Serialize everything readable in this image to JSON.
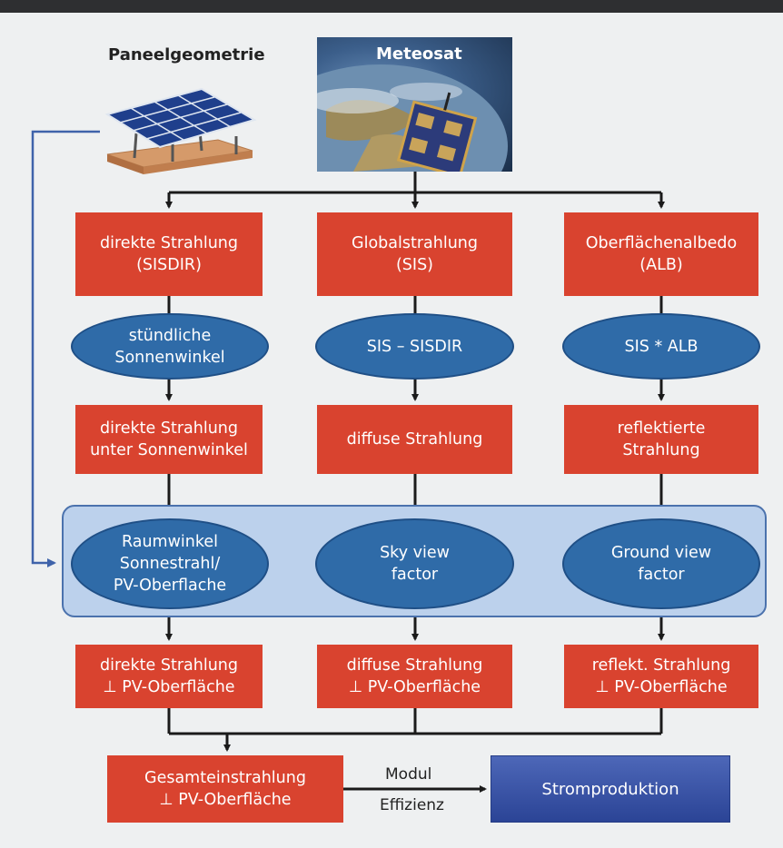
{
  "header": {
    "panel_label": "Paneelgeometrie",
    "satellite_label": "Meteosat"
  },
  "row1": [
    {
      "text": "direkte Strahlung\n(SISDIR)"
    },
    {
      "text": "Globalstrahlung\n(SIS)"
    },
    {
      "text": "Oberflächenalbedo\n(ALB)"
    }
  ],
  "row2": [
    {
      "text": "stündliche\nSonnenwinkel"
    },
    {
      "text": "SIS – SISDIR"
    },
    {
      "text": "SIS * ALB"
    }
  ],
  "row3": [
    {
      "text": "direkte Strahlung\nunter Sonnenwinkel"
    },
    {
      "text": "diffuse Strahlung"
    },
    {
      "text": "reflektierte\nStrahlung"
    }
  ],
  "row4": [
    {
      "text": "Raumwinkel\nSonnestrahl/\nPV-Oberflache"
    },
    {
      "text": "Sky view\nfactor"
    },
    {
      "text": "Ground view\nfactor"
    }
  ],
  "row5": [
    {
      "text": "direkte Strahlung\n⊥ PV-Oberfläche"
    },
    {
      "text": "diffuse Strahlung\n⊥ PV-Oberfläche"
    },
    {
      "text": "reflekt. Strahlung\n⊥ PV-Oberfläche"
    }
  ],
  "bottom": {
    "total": "Gesamteinstrahlung\n⊥ PV-Oberfläche",
    "modul": "Modul",
    "effizienz": "Effizienz",
    "output": "Stromproduktion"
  },
  "colors": {
    "box_red": "#d9432f",
    "ellipse_blue": "#2f6ba8",
    "panel_fill": "#bcd1ec",
    "output_blue": "#3a54a6"
  }
}
